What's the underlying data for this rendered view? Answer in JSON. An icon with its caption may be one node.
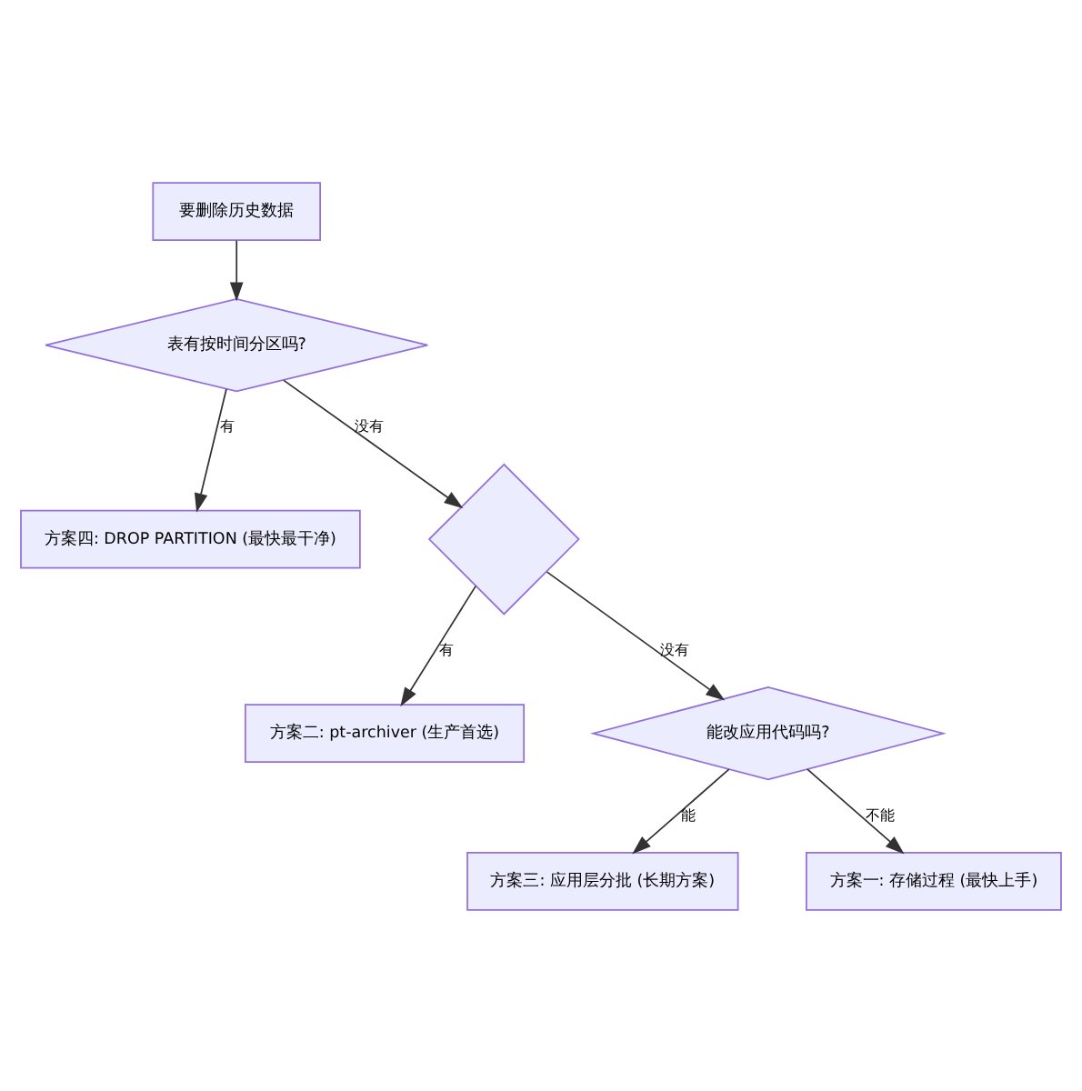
{
  "diagram": {
    "nodes": [
      {
        "text": [
          "要删除历史数据"
        ]
      },
      {
        "text": [
          "表有按时间分区吗?"
        ]
      },
      {
        "text": [
          "方案四: DROP PARTITION (最快最干净)"
        ]
      },
      {
        "text": [],
        "shape": "diamond"
      },
      {
        "text": [
          "方案二: pt-archiver (生产首选)"
        ]
      },
      {
        "text": [
          "能改应用代码吗?"
        ]
      },
      {
        "text": [
          "方案三: 应用层分批 (长期方案)"
        ]
      },
      {
        "text": [
          "方案一: 存储过程 (最快上手)"
        ]
      }
    ],
    "edges": [
      {
        "from": 0,
        "to": 1,
        "arrow": "to"
      },
      {
        "from": 1,
        "to": 2,
        "arrow": "to",
        "label": "有"
      },
      {
        "from": 1,
        "to": 3,
        "arrow": "to",
        "label": "没有"
      },
      {
        "from": 3,
        "to": 4,
        "arrow": "to",
        "label": "有"
      },
      {
        "from": 3,
        "to": 5,
        "arrow": "to",
        "label": "没有"
      },
      {
        "from": 5,
        "to": 6,
        "arrow": "to",
        "label": "能"
      },
      {
        "from": 5,
        "to": 7,
        "arrow": "to",
        "label": "不能"
      }
    ]
  }
}
